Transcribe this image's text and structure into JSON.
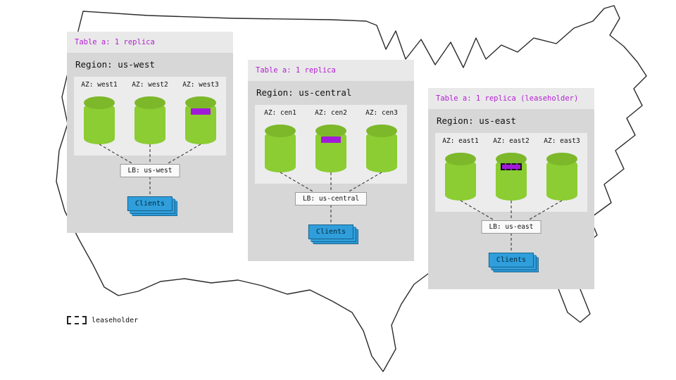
{
  "colors": {
    "replica_purple": "#a21ad9",
    "table_label_purple": "#b31fd2",
    "cylinder_green": "#8bcd32",
    "cylinder_top_green": "#7cb82a",
    "clients_blue": "#2f9edb",
    "panel_gray": "#d7d7d7"
  },
  "regions": [
    {
      "id": "us-west",
      "table_label": "Table a: 1 replica",
      "region_label": "Region: us-west",
      "azs": [
        {
          "label": "AZ: west1"
        },
        {
          "label": "AZ: west2"
        },
        {
          "label": "AZ: west3"
        }
      ],
      "replica_az": "west3",
      "replica_is_leaseholder": false,
      "lb_label": "LB: us-west",
      "clients_label": "Clients"
    },
    {
      "id": "us-central",
      "table_label": "Table a: 1 replica",
      "region_label": "Region: us-central",
      "azs": [
        {
          "label": "AZ: cen1"
        },
        {
          "label": "AZ: cen2"
        },
        {
          "label": "AZ: cen3"
        }
      ],
      "replica_az": "cen2",
      "replica_is_leaseholder": false,
      "lb_label": "LB: us-central",
      "clients_label": "Clients"
    },
    {
      "id": "us-east",
      "table_label": "Table a: 1 replica (leaseholder)",
      "region_label": "Region: us-east",
      "azs": [
        {
          "label": "AZ: east1"
        },
        {
          "label": "AZ: east2"
        },
        {
          "label": "AZ: east3"
        }
      ],
      "replica_az": "east2",
      "replica_is_leaseholder": true,
      "lb_label": "LB: us-east",
      "clients_label": "Clients"
    }
  ],
  "legend": {
    "label": "leaseholder"
  }
}
